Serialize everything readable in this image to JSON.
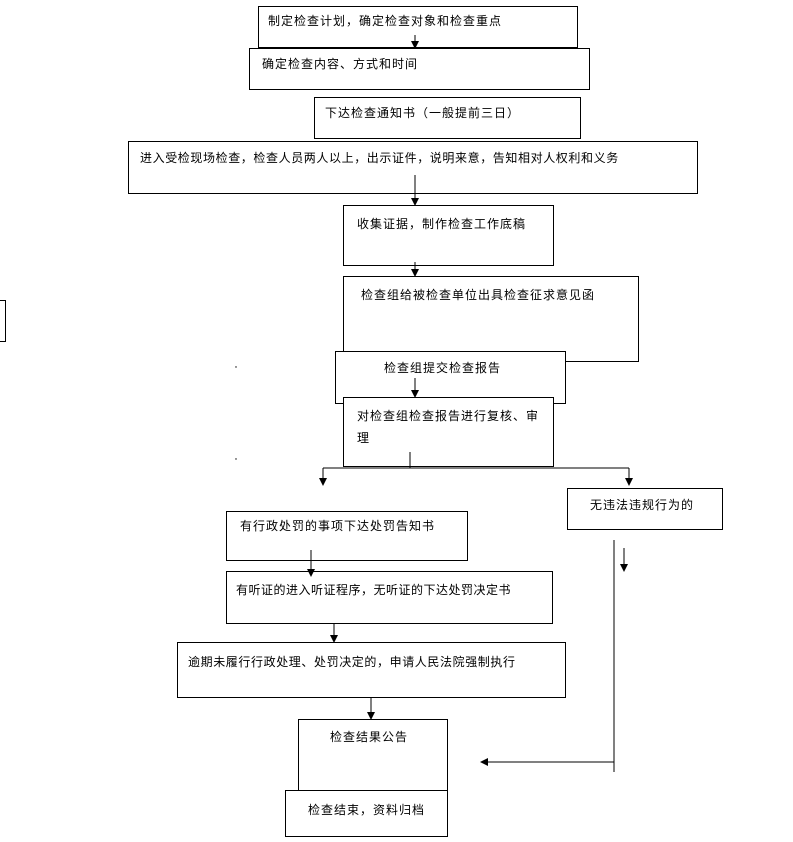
{
  "steps": {
    "s1": "制定检查计划，确定检查对象和检查重点",
    "s2": "确定检查内容、方式和时间",
    "s3": "下达检查通知书（一般提前三日）",
    "s4": "进入受检现场检查，检查人员两人以上，出示证件，说明来意，告知相对人权利和义务",
    "s5": "收集证据，制作检查工作底稿",
    "s6": "检查组给被检查单位出具检查征求意见函",
    "s7": "检查组提交检查报告",
    "s8": "对检查组检查报告进行复核、审理",
    "s9_left": "有行政处罚的事项下达处罚告知书",
    "s9_right": "无违法违规行为的",
    "s10": "有听证的进入听证程序，无听证的下达处罚决定书",
    "s11": "逾期未履行行政处理、处罚决定的，申请人民法院强制执行",
    "s12": "检查结果公告",
    "s13": "检查结束，资料归档"
  }
}
